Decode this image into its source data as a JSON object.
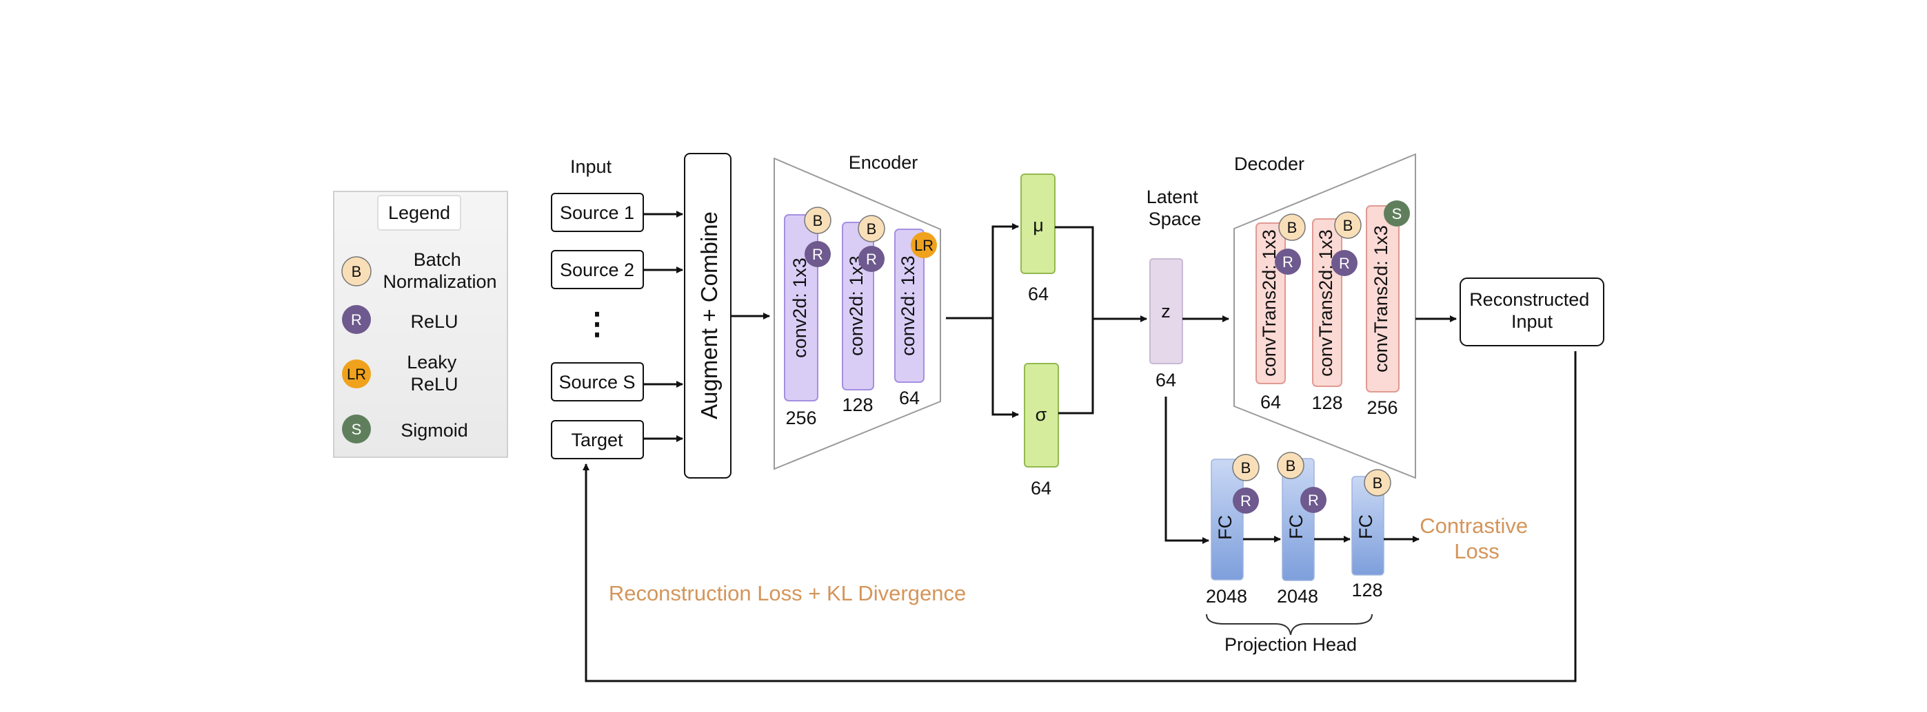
{
  "legend": {
    "title": "Legend",
    "items": [
      {
        "letter": "B",
        "label_lines": [
          "Batch",
          "Normalization"
        ],
        "color": "#f9dfb8"
      },
      {
        "letter": "R",
        "label_lines": [
          "ReLU"
        ],
        "color": "#6e5a8e"
      },
      {
        "letter": "LR",
        "label_lines": [
          "Leaky",
          "ReLU"
        ],
        "color": "#f0a21c"
      },
      {
        "letter": "S",
        "label_lines": [
          "Sigmoid"
        ],
        "color": "#5f7f5c"
      }
    ]
  },
  "input": {
    "title": "Input",
    "sources": [
      "Source 1",
      "Source 2",
      "Source S"
    ],
    "ellipsis": "⋮",
    "target": "Target"
  },
  "augment_label": "Augment + Combine",
  "encoder": {
    "title": "Encoder",
    "layers": [
      {
        "label": "conv2d: 1x3",
        "size": "256",
        "badges": [
          "B",
          "R"
        ]
      },
      {
        "label": "conv2d: 1x3",
        "size": "128",
        "badges": [
          "B",
          "R"
        ]
      },
      {
        "label": "conv2d: 1x3",
        "size": "64",
        "badges": [
          "LR"
        ]
      }
    ]
  },
  "mu": {
    "label": "μ",
    "size": "64"
  },
  "sigma": {
    "label": "σ",
    "size": "64"
  },
  "latent": {
    "title_lines": [
      "Latent",
      "Space"
    ],
    "label": "z",
    "size": "64"
  },
  "decoder": {
    "title": "Decoder",
    "layers": [
      {
        "label": "convTrans2d: 1x3",
        "size": "64",
        "badges": [
          "B",
          "R"
        ]
      },
      {
        "label": "convTrans2d: 1x3",
        "size": "128",
        "badges": [
          "B",
          "R"
        ]
      },
      {
        "label": "convTrans2d: 1x3",
        "size": "256",
        "badges": [
          "S"
        ]
      }
    ]
  },
  "output": {
    "label_lines": [
      "Reconstructed",
      "Input"
    ]
  },
  "projection": {
    "title": "Projection Head",
    "layers": [
      {
        "label": "FC",
        "size": "2048",
        "badges": [
          "B",
          "R"
        ]
      },
      {
        "label": "FC",
        "size": "2048",
        "badges": [
          "B",
          "R"
        ]
      },
      {
        "label": "FC",
        "size": "128",
        "badges": [
          "B"
        ]
      }
    ]
  },
  "losses": {
    "contrastive_lines": [
      "Contrastive",
      "Loss"
    ],
    "reconstruction": "Reconstruction Loss + KL Divergence",
    "color": "#d4955a"
  },
  "colors": {
    "encoder_fill": "#d9cdf6",
    "encoder_stroke": "#a58fe0",
    "green_fill": "#d4ec9c",
    "green_stroke": "#93b84f",
    "latent_fill": "#e4d8ea",
    "decoder_fill": "#fbd9d4",
    "decoder_stroke": "#e09a92",
    "fc_top": "#c9d8f4",
    "fc_bottom": "#7e9fdc"
  }
}
